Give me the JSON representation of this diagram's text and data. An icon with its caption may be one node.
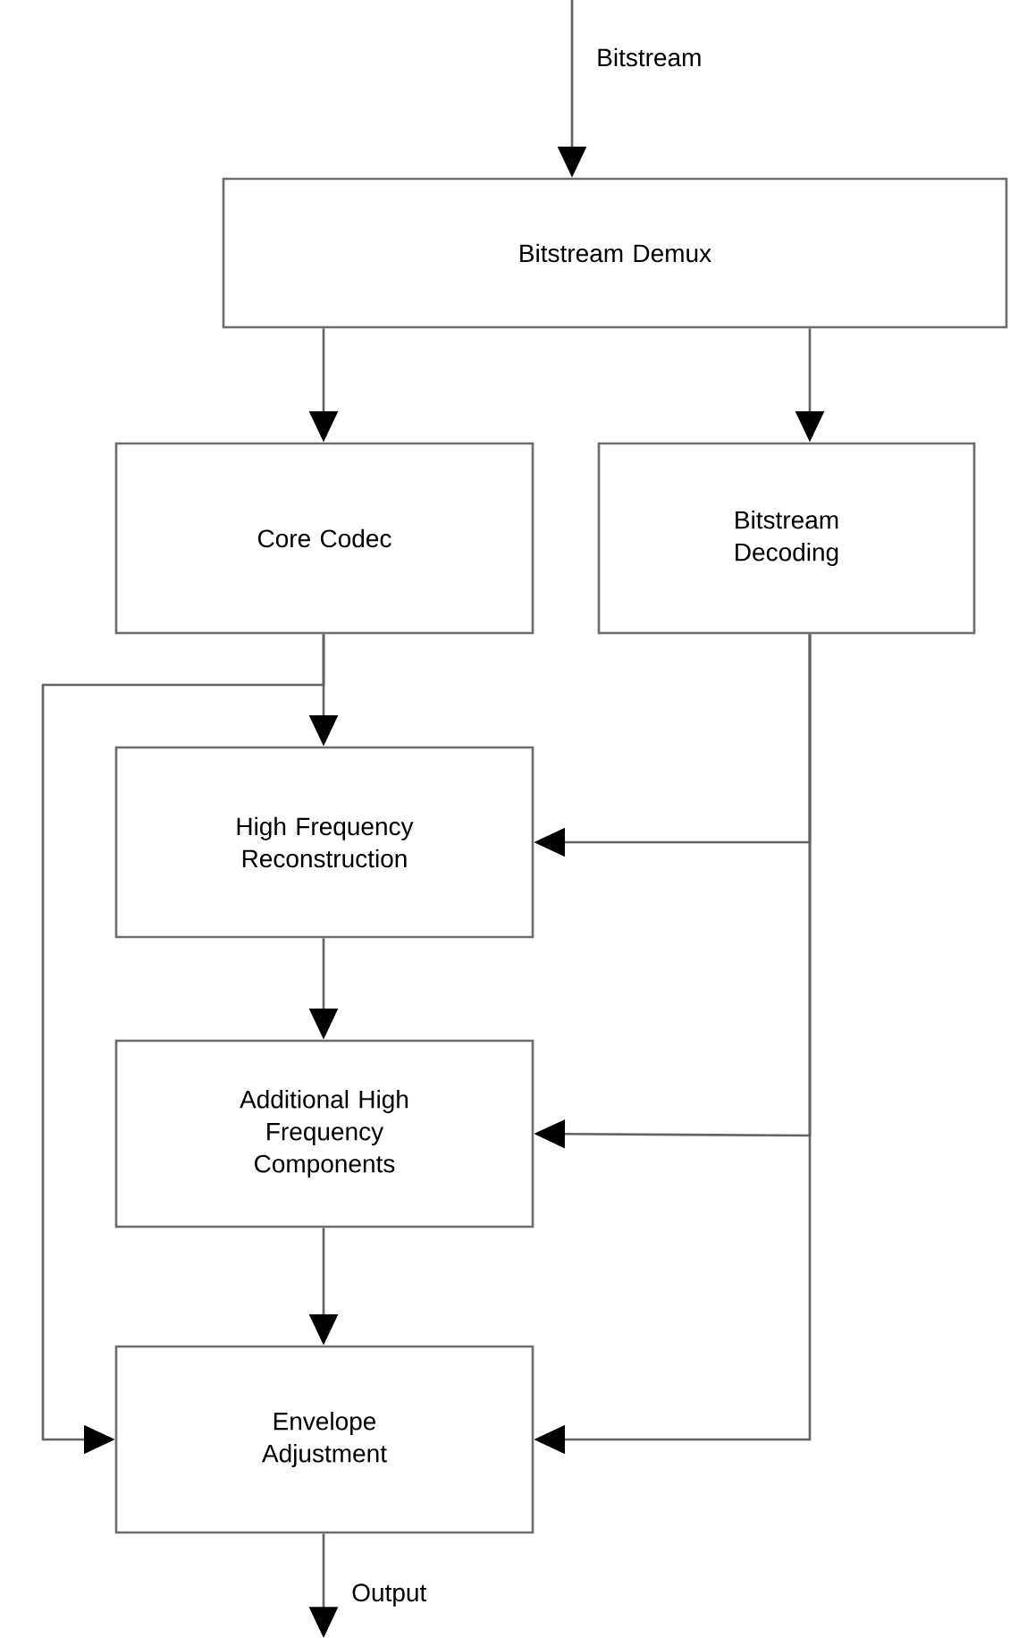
{
  "diagram": {
    "nodes": [
      {
        "text": [
          "Bitstream Demux"
        ]
      },
      {
        "text": [
          "Core Codec"
        ]
      },
      {
        "text": [
          "Bitstream Decoding"
        ]
      },
      {
        "text": [
          "High Frequency Reconstruction"
        ]
      },
      {
        "text": [
          "Additional High Frequency Components"
        ]
      },
      {
        "text": [
          "Envelope Adjustment"
        ]
      }
    ],
    "edges": [
      {
        "from": null,
        "to": 0,
        "arrow": "to",
        "label": "Bitstream"
      },
      {
        "from": 0,
        "to": 1,
        "arrow": "to"
      },
      {
        "from": 0,
        "to": 2,
        "arrow": "to"
      },
      {
        "from": 1,
        "to": 3,
        "arrow": "to"
      },
      {
        "from": 1,
        "to": 5,
        "arrow": "to"
      },
      {
        "from": 2,
        "to": 3,
        "arrow": "to"
      },
      {
        "from": 2,
        "to": 4,
        "arrow": "to"
      },
      {
        "from": 2,
        "to": 5,
        "arrow": "to"
      },
      {
        "from": 3,
        "to": 4,
        "arrow": "to"
      },
      {
        "from": 4,
        "to": 5,
        "arrow": "to"
      },
      {
        "from": 5,
        "to": null,
        "arrow": "to",
        "label": "Output"
      }
    ]
  }
}
